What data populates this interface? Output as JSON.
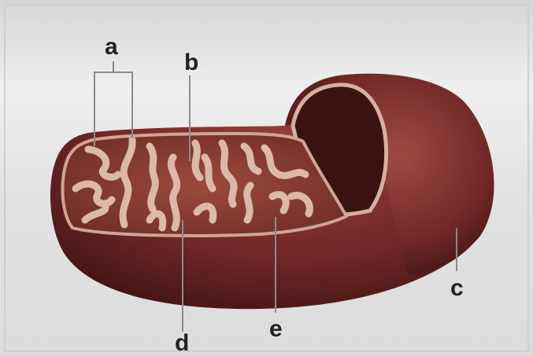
{
  "labels": {
    "a": "a",
    "b": "b",
    "c": "c",
    "d": "d",
    "e": "e"
  },
  "colors": {
    "background": "#e8e8e8",
    "outer_membrane": "#7a2e2e",
    "outer_dark": "#4a1616",
    "matrix": "#8a3a33",
    "cristae": "#d9b3a3",
    "label_line": "#8a8a8a"
  }
}
